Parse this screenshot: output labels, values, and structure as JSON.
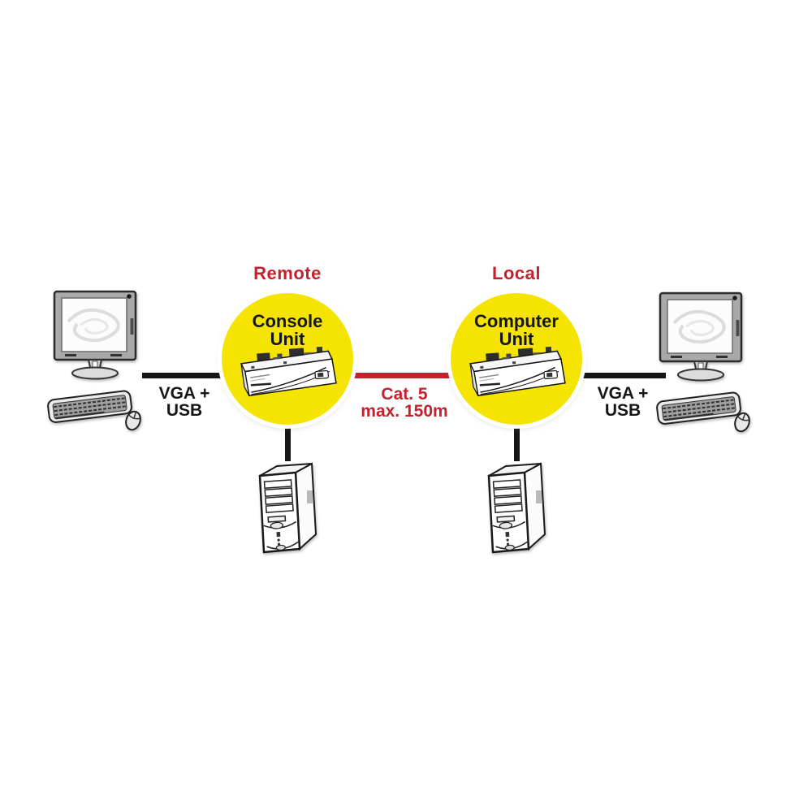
{
  "diagram": {
    "title_left": "Remote",
    "title_right": "Local",
    "left_unit": {
      "name_line1": "Console",
      "name_line2": "Unit"
    },
    "right_unit": {
      "name_line1": "Computer",
      "name_line2": "Unit"
    },
    "left_link": {
      "line1": "VGA +",
      "line2": "USB"
    },
    "right_link": {
      "line1": "VGA +",
      "line2": "USB"
    },
    "middle_link": {
      "line1": "Cat. 5",
      "line2": "max. 150m"
    },
    "colors": {
      "unit_circle_yellow": "#f4e400",
      "accent_red": "#c5202e",
      "line_black": "#161616"
    }
  }
}
